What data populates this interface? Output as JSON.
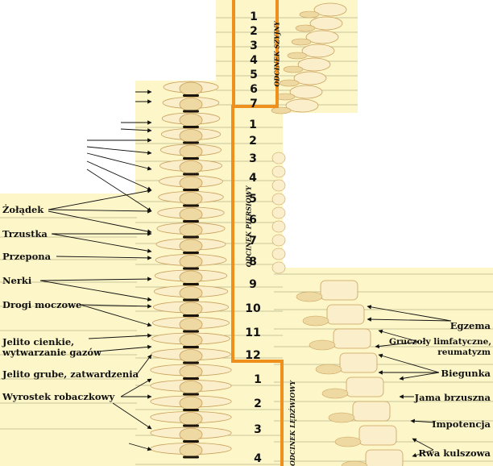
{
  "title": "",
  "sections": {
    "cervical": {
      "label": "ODCINEK SZYJNY",
      "vertebrae": [
        "1",
        "2",
        "3",
        "4",
        "5",
        "6",
        "7"
      ]
    },
    "thoracic": {
      "label": "ODCINEK PIERSIOWY",
      "vertebrae": [
        "1",
        "2",
        "3",
        "4",
        "5",
        "6",
        "7",
        "8",
        "9",
        "10",
        "11",
        "12"
      ]
    },
    "lumbar": {
      "label": "ODCINEK LĘDŹWIOWY",
      "vertebrae": [
        "1",
        "2",
        "3",
        "4"
      ]
    }
  },
  "left_labels": {
    "stomach": "Żołądek",
    "pancreas": "Trzustka",
    "diaphragm": "Przepona",
    "kidneys": "Nerki",
    "urinary_tract": "Drogi moczowe",
    "small_intestine_line1": "Jelito cienkie,",
    "small_intestine_line2": "wytwarzanie gazów",
    "large_intestine": "Jelito grube, zatwardzenia",
    "appendix": "Wyrostek robaczkowy"
  },
  "right_labels": {
    "eczema": "Egzema",
    "lymph_line1": "Gruczoły limfatyczne,",
    "lymph_line2": "reumatyzm",
    "diarrhea": "Biegunka",
    "abdominal_cavity": "Jama brzuszna",
    "impotence": "Impotencja",
    "sciatica": "Rwa kulszowa"
  },
  "colors": {
    "panel": "#fdf6c8",
    "rule_line": "#c9c59c",
    "orange_frame": "#f0901c",
    "bone_light": "#fbeecb",
    "bone_mid": "#efd9a2",
    "bone_dark": "#c9a05a",
    "disc_dark": "#1a140c",
    "arrow": "#111111"
  }
}
